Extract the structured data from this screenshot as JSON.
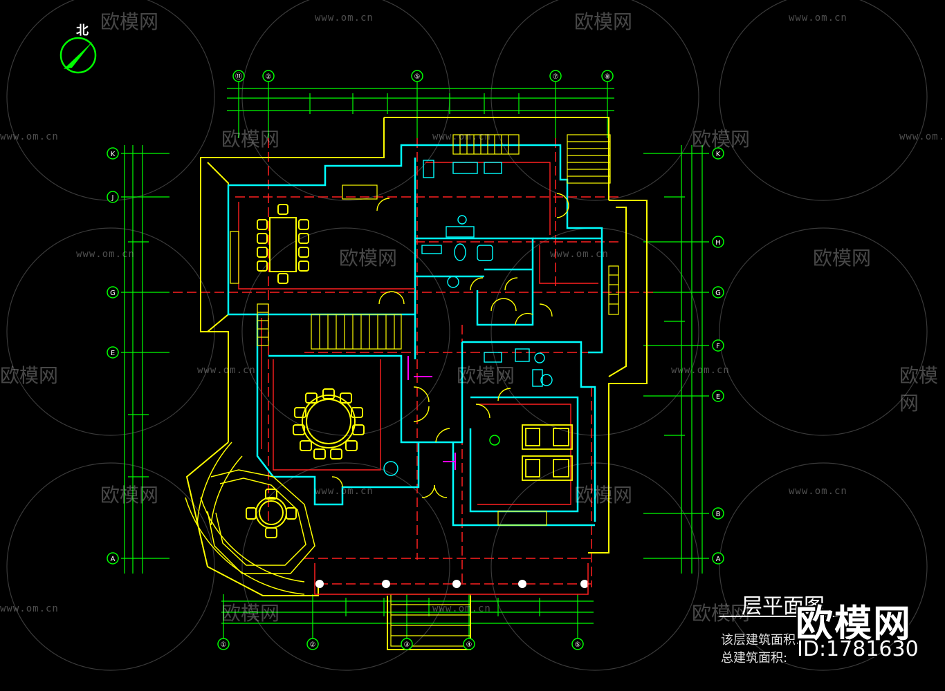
{
  "plan": {
    "north_label": "北",
    "title": "层平面图",
    "note_floor_area": "该层建筑面积:",
    "note_total_area": "总建筑面积:"
  },
  "watermark": {
    "brand_text": "欧模网",
    "url_text": "www.om.cn",
    "id_text": "ID:1781630"
  },
  "grid_labels": {
    "top": [
      "⑪",
      "②",
      "⑤",
      "⑦",
      "⑧"
    ],
    "left": [
      "K",
      "J",
      "G",
      "E",
      "A"
    ],
    "right": [
      "K",
      "H",
      "G",
      "F",
      "E",
      "B",
      "A"
    ],
    "bottom": [
      "①",
      "②",
      "③",
      "④",
      "⑤"
    ]
  },
  "colors": {
    "wall": "#00ffff",
    "outline": "#ffff00",
    "dimension": "#00ff00",
    "axis": "#ff2020",
    "door": "#ffff00",
    "furniture": "#ffff00",
    "accent": "#ff00ff",
    "text": "#ffffff"
  }
}
